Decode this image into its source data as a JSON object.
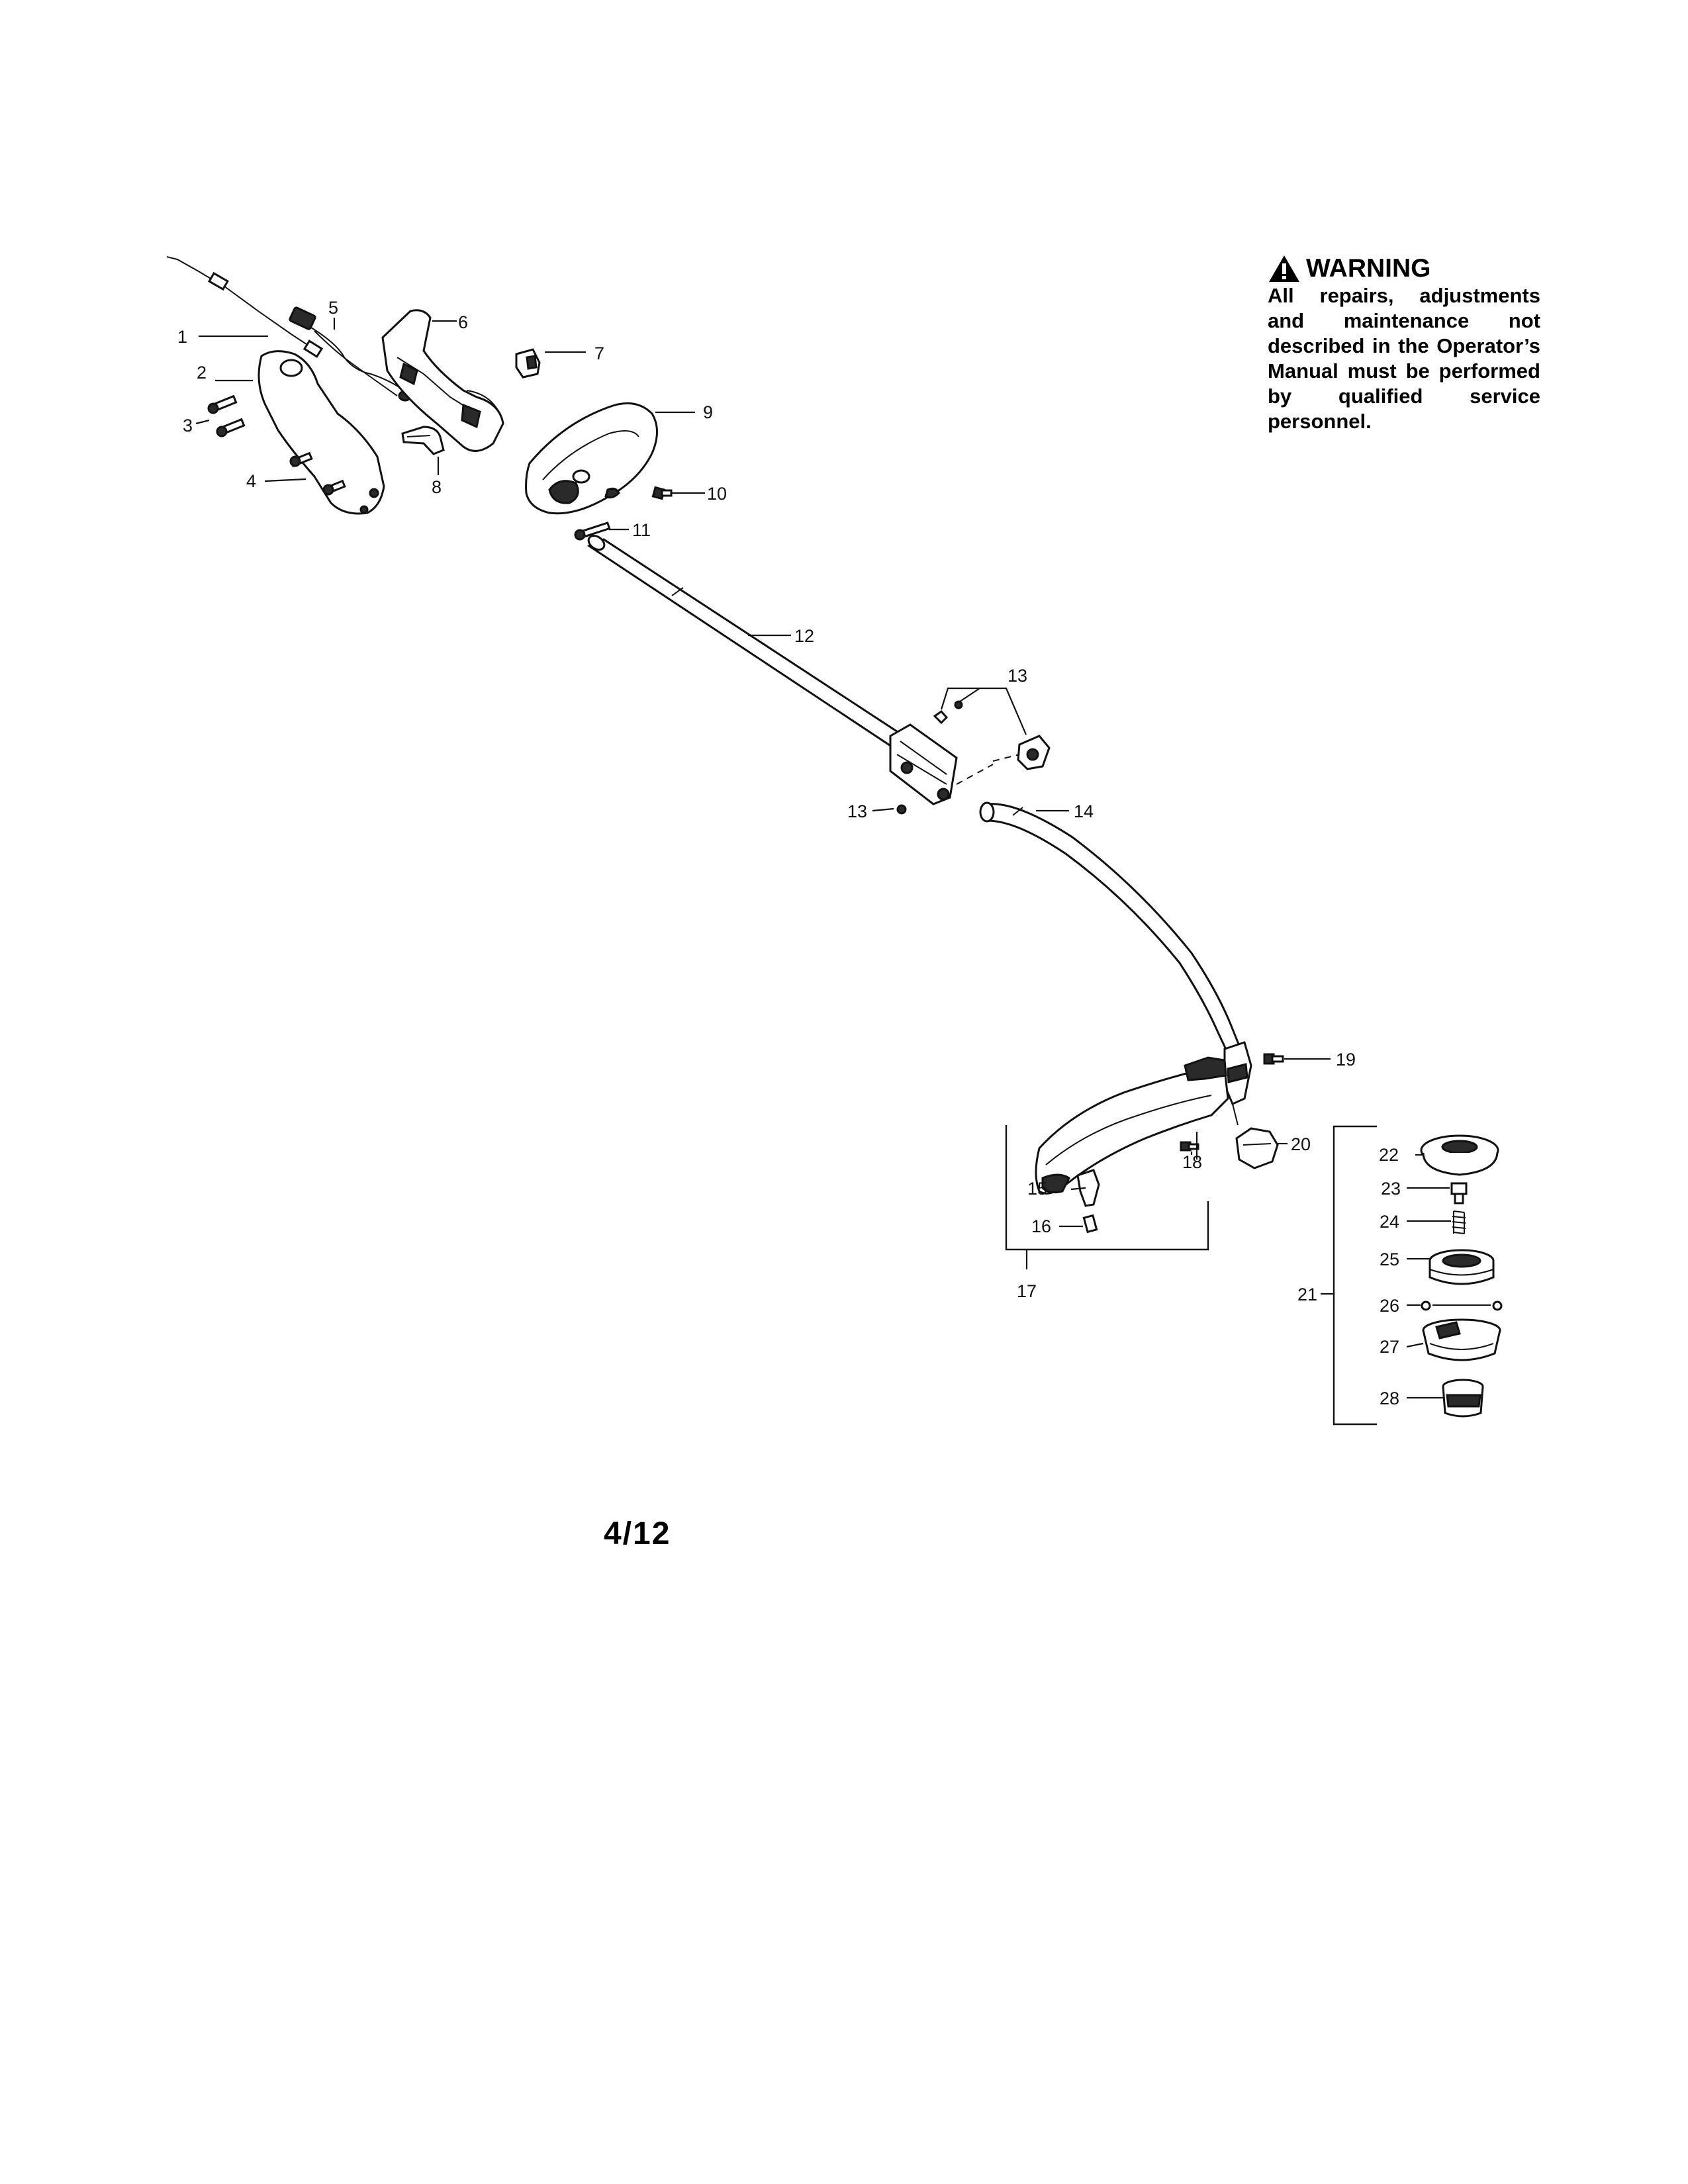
{
  "warning": {
    "heading": "WARNING",
    "body": "All repairs, adjustments and maintenance not described in the Operator’s Manual must be performed by qualified service personnel.",
    "icon": "warning-triangle-icon"
  },
  "page_number": "4/12",
  "callouts": {
    "c1": "1",
    "c2": "2",
    "c3": "3",
    "c4": "4",
    "c5": "5",
    "c6": "6",
    "c7": "7",
    "c8": "8",
    "c9": "9",
    "c10": "10",
    "c11": "11",
    "c12": "12",
    "c13a": "13",
    "c13b": "13",
    "c14": "14",
    "c15": "15",
    "c16": "16",
    "c17": "17",
    "c18": "18",
    "c19": "19",
    "c20": "20",
    "c21": "21",
    "c22": "22",
    "c23": "23",
    "c24": "24",
    "c25": "25",
    "c26": "26",
    "c27": "27",
    "c28": "28"
  }
}
